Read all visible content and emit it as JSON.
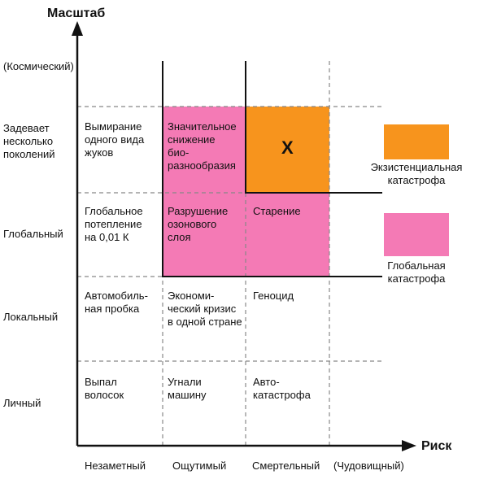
{
  "axes": {
    "y_title": "Масштаб",
    "x_title": "Риск",
    "rows": [
      "(Космический)",
      "Задевает\nнесколько\nпоколений",
      "Глобальный",
      "Локальный",
      "Личный"
    ],
    "columns": [
      "Незаметный",
      "Ощутимый",
      "Смертельный",
      "(Чудовищный)"
    ]
  },
  "cells": [
    "Вымирание\nодного вида\nжуков",
    "Значительное\nснижение\nбио-\nразнообразия",
    "X",
    "Глобальное\nпотепление\nна 0,01 К",
    "Разрушение\nозонового\nслоя",
    "Старение",
    "Автомобиль-\nная пробка",
    "Экономи-\nческий кризис\nв одной стране",
    "Геноцид",
    "Выпал\nволосок",
    "Угнали\nмашину",
    "Авто-\nкатастрофа"
  ],
  "legend": [
    {
      "label": "Экзистенциальная\nкатастрофа",
      "color": "#f7941d"
    },
    {
      "label": "Глобальная\nкатастрофа",
      "color": "#f47ab5"
    }
  ],
  "colors": {
    "existential": "#f7941d",
    "global": "#f47ab5",
    "axis": "#111111",
    "grid": "#888888"
  }
}
